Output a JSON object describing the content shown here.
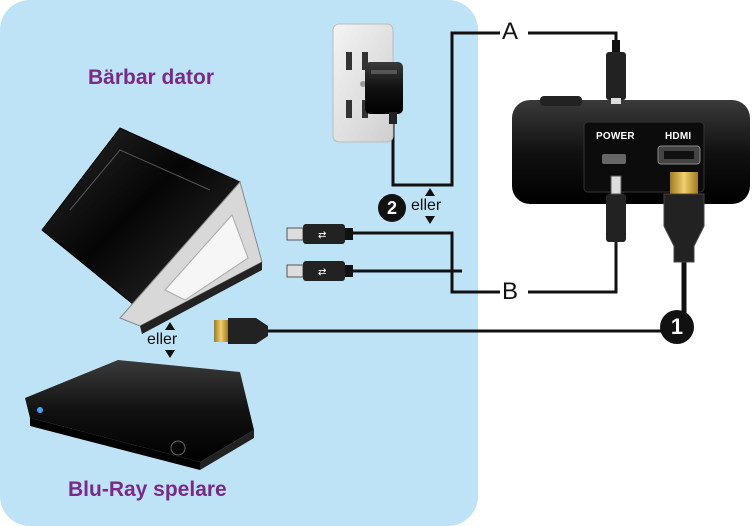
{
  "labels": {
    "laptop": "Bärbar dator",
    "bluray": "Blu-Ray spelare",
    "connector_a": "A",
    "connector_b": "B",
    "or_top": "eller",
    "or_bottom": "eller",
    "port_power": "POWER",
    "port_hdmi": "HDMI",
    "step1": "1",
    "step2": "2"
  },
  "colors": {
    "panel": "#bfe3f6",
    "title": "#7a2a86",
    "device": "#111111",
    "cable": "#111111"
  },
  "icons": [
    "wall-outlet-icon",
    "power-adapter-icon",
    "laptop-icon",
    "bluray-player-icon",
    "camera-device-icon",
    "usb-plug-icon",
    "hdmi-plug-icon",
    "arrow-updown-icon"
  ]
}
